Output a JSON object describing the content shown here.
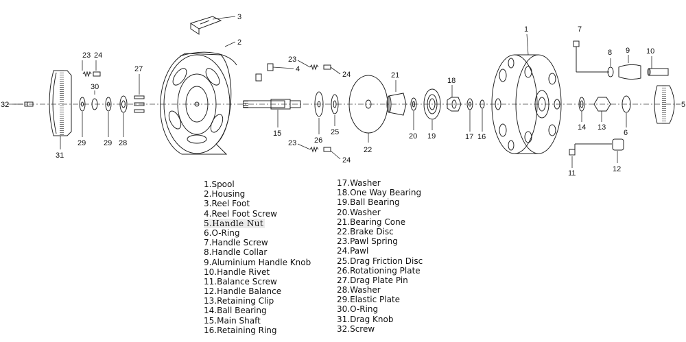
{
  "callouts": {
    "c1": "1",
    "c2": "2",
    "c3": "3",
    "c4": "4",
    "c5": "5",
    "c6": "6",
    "c7": "7",
    "c8": "8",
    "c9": "9",
    "c10": "10",
    "c11": "11",
    "c12": "12",
    "c13": "13",
    "c14": "14",
    "c15": "15",
    "c16": "16",
    "c17": "17",
    "c18": "18",
    "c19": "19",
    "c20": "20",
    "c21": "21",
    "c22": "22",
    "c23a": "23",
    "c24a": "24",
    "c23b": "23",
    "c24b": "24",
    "c23c": "23",
    "c24c": "24",
    "c25": "25",
    "c26": "26",
    "c27": "27",
    "c28": "28",
    "c29a": "29",
    "c29b": "29",
    "c30": "30",
    "c31": "31",
    "c32": "32"
  },
  "legend_left": [
    "1.Spool",
    "2.Housing",
    "3.Reel Foot",
    "4.Reel Foot Screw",
    "5.Handle Nut",
    "6.O-Ring",
    "7.Handle Screw",
    "8.Handle Collar",
    "9.Aluminium Handle Knob",
    "10.Handle Rivet",
    "11.Balance Screw",
    "12.Handle Balance",
    "13.Retaining Clip",
    "14.Ball Bearing",
    "15.Main Shaft",
    "16.Retaining Ring"
  ],
  "legend_right": [
    "17.Washer",
    "18.One Way Bearing",
    "19.Ball Bearing",
    "20.Washer",
    "21.Bearing Cone",
    "22.Brake Disc",
    "23.Pawl Spring",
    "24.Pawl",
    "25.Drag Friction Disc",
    "26.Rotationing Plate",
    "27.Drag Plate Pin",
    "28.Washer",
    "29.Elastic Plate",
    "30.O-Ring",
    "31.Drag Knob",
    "32.Screw"
  ]
}
